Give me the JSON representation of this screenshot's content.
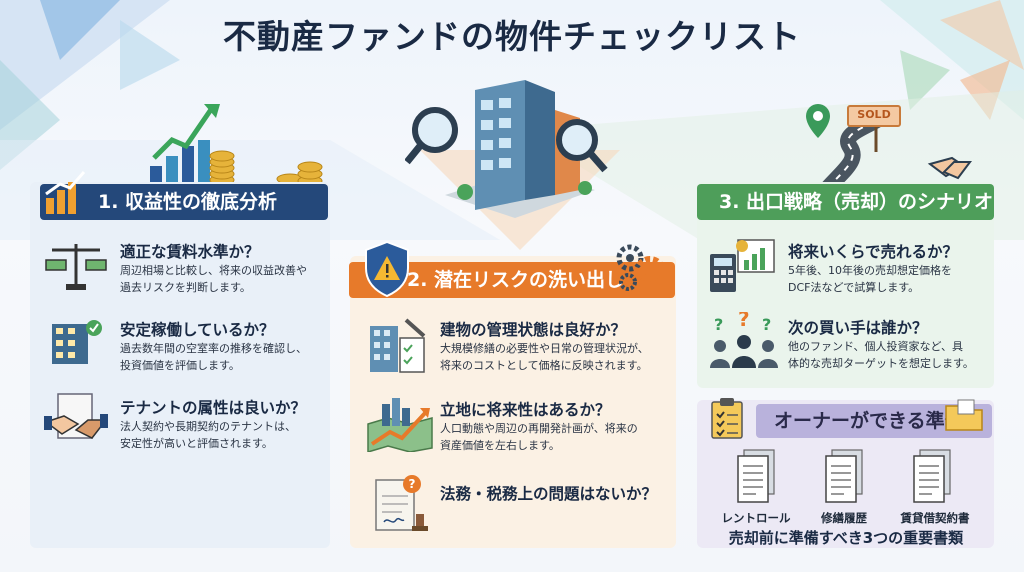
{
  "title": "不動産ファンドの物件チェックリスト",
  "section1": {
    "header": "1. 収益性の徹底分析",
    "items": [
      {
        "title": "適正な賃料水準か？",
        "desc": [
          "周辺相場と比較し、将来の収益改善や",
          "過去リスクを判断します。"
        ]
      },
      {
        "title": "安定稼働しているか？",
        "desc": [
          "過去数年間の空室率の推移を確認し、",
          "投資価値を評価します。"
        ]
      },
      {
        "title": "テナントの属性は良いか？",
        "desc": [
          "法人契約や長期契約のテナントは、",
          "安定性が高いと評価されます。"
        ]
      }
    ]
  },
  "section2": {
    "header": "2. 潜在リスクの洗い出し",
    "items": [
      {
        "title": "建物の管理状態は良好か？",
        "desc": [
          "大規模修繕の必要性や日常の管理状況が、",
          "将来のコストとして価格に反映されます。"
        ]
      },
      {
        "title": "立地に将来性はあるか？",
        "desc": [
          "人口動態や周辺の再開発計画が、将来の",
          "資産価値を左右します。"
        ]
      },
      {
        "title": "法務・税務上の問題はないか？",
        "desc": []
      }
    ]
  },
  "section3": {
    "header": "3. 出口戦略（売却）のシナリオ",
    "items": [
      {
        "title": "将来いくらで売れるか？",
        "desc": [
          "5年後、10年後の売却想定価格を",
          "DCF法などで試算します。"
        ]
      },
      {
        "title": "次の買い手は誰か？",
        "desc": [
          "他のファンド、個人投資家など、具",
          "体的な売却ターゲットを想定します。"
        ]
      }
    ]
  },
  "section4": {
    "header": "オーナーができる準備",
    "docs": [
      "レントロール",
      "修繕履歴",
      "賃貸借契約書"
    ],
    "caption": "売却前に準備すべき3つの重要書類"
  },
  "sold_sign": "SOLD",
  "colors": {
    "navy": "#24487a",
    "orange": "#e77a2a",
    "green": "#4e9e5a",
    "lavender": "#b9b2dc"
  }
}
